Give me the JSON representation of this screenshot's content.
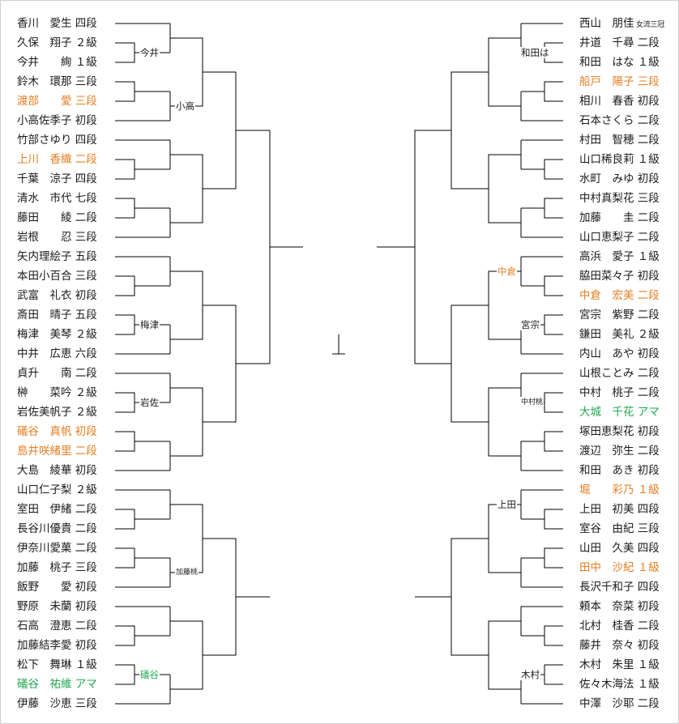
{
  "colors": {
    "black": "#1a1a1a",
    "orange": "#e67e22",
    "green": "#1fa84f",
    "line": "#000000"
  },
  "left_players": [
    {
      "name": "香川　愛生",
      "rank": "四段",
      "color": "black"
    },
    {
      "name": "久保　翔子",
      "rank": "２級",
      "color": "black"
    },
    {
      "name": "今井　　絢",
      "rank": "１級",
      "color": "black"
    },
    {
      "name": "鈴木　環那",
      "rank": "三段",
      "color": "black"
    },
    {
      "name": "渡部　　愛",
      "rank": "三段",
      "color": "orange"
    },
    {
      "name": "小高佐季子",
      "rank": "初段",
      "color": "black"
    },
    {
      "name": "竹部さゆり",
      "rank": "四段",
      "color": "black"
    },
    {
      "name": "上川　香織",
      "rank": "二段",
      "color": "orange"
    },
    {
      "name": "千葉　涼子",
      "rank": "四段",
      "color": "black"
    },
    {
      "name": "清水　市代",
      "rank": "七段",
      "color": "black"
    },
    {
      "name": "藤田　　綾",
      "rank": "二段",
      "color": "black"
    },
    {
      "name": "岩根　　忍",
      "rank": "三段",
      "color": "black"
    },
    {
      "name": "矢内理絵子",
      "rank": "五段",
      "color": "black"
    },
    {
      "name": "本田小百合",
      "rank": "三段",
      "color": "black"
    },
    {
      "name": "武富　礼衣",
      "rank": "初段",
      "color": "black"
    },
    {
      "name": "斎田　晴子",
      "rank": "五段",
      "color": "black"
    },
    {
      "name": "梅津　美琴",
      "rank": "２級",
      "color": "black"
    },
    {
      "name": "中井　広恵",
      "rank": "六段",
      "color": "black"
    },
    {
      "name": "貞升　　南",
      "rank": "二段",
      "color": "black"
    },
    {
      "name": "榊　　菜吟",
      "rank": "２級",
      "color": "black"
    },
    {
      "name": "岩佐美帆子",
      "rank": "２級",
      "color": "black"
    },
    {
      "name": "礒谷　真帆",
      "rank": "初段",
      "color": "orange"
    },
    {
      "name": "島井咲緒里",
      "rank": "二段",
      "color": "orange"
    },
    {
      "name": "大島　綾華",
      "rank": "初段",
      "color": "black"
    },
    {
      "name": "山口仁子梨",
      "rank": "２級",
      "color": "black"
    },
    {
      "name": "室田　伊緒",
      "rank": "二段",
      "color": "black"
    },
    {
      "name": "長谷川優貴",
      "rank": "二段",
      "color": "black"
    },
    {
      "name": "伊奈川愛菓",
      "rank": "二段",
      "color": "black"
    },
    {
      "name": "加藤　桃子",
      "rank": "三段",
      "color": "black"
    },
    {
      "name": "飯野　　愛",
      "rank": "初段",
      "color": "black"
    },
    {
      "name": "野原　未蘭",
      "rank": "初段",
      "color": "black"
    },
    {
      "name": "石高　澄恵",
      "rank": "二段",
      "color": "black"
    },
    {
      "name": "加藤結李愛",
      "rank": "初段",
      "color": "black"
    },
    {
      "name": "松下　舞琳",
      "rank": "１級",
      "color": "black"
    },
    {
      "name": "礒谷　祐維",
      "rank": "アマ",
      "color": "green"
    },
    {
      "name": "伊藤　沙恵",
      "rank": "三段",
      "color": "black"
    }
  ],
  "right_players": [
    {
      "name": "西山　朋佳",
      "rank": "女流三冠",
      "color": "black",
      "small": true
    },
    {
      "name": "井道　千尋",
      "rank": "二段",
      "color": "black"
    },
    {
      "name": "和田　はな",
      "rank": "１級",
      "color": "black"
    },
    {
      "name": "船戸　陽子",
      "rank": "三段",
      "color": "orange"
    },
    {
      "name": "相川　春香",
      "rank": "初段",
      "color": "black"
    },
    {
      "name": "石本さくら",
      "rank": "二段",
      "color": "black"
    },
    {
      "name": "村田　智穂",
      "rank": "二段",
      "color": "black"
    },
    {
      "name": "山口稀良莉",
      "rank": "１級",
      "color": "black"
    },
    {
      "name": "水町　みゆ",
      "rank": "初段",
      "color": "black"
    },
    {
      "name": "中村真梨花",
      "rank": "三段",
      "color": "black"
    },
    {
      "name": "加藤　　圭",
      "rank": "二段",
      "color": "black"
    },
    {
      "name": "山口恵梨子",
      "rank": "二段",
      "color": "black"
    },
    {
      "name": "高浜　愛子",
      "rank": "１級",
      "color": "black"
    },
    {
      "name": "脇田菜々子",
      "rank": "初段",
      "color": "black"
    },
    {
      "name": "中倉　宏美",
      "rank": "二段",
      "color": "orange"
    },
    {
      "name": "宮宗　紫野",
      "rank": "二段",
      "color": "black"
    },
    {
      "name": "鎌田　美礼",
      "rank": "２級",
      "color": "black"
    },
    {
      "name": "内山　あや",
      "rank": "初段",
      "color": "black"
    },
    {
      "name": "山根ことみ",
      "rank": "二段",
      "color": "black"
    },
    {
      "name": "中村　桃子",
      "rank": "二段",
      "color": "black"
    },
    {
      "name": "大城　千花",
      "rank": "アマ",
      "color": "green"
    },
    {
      "name": "塚田恵梨花",
      "rank": "初段",
      "color": "black"
    },
    {
      "name": "渡辺　弥生",
      "rank": "二段",
      "color": "black"
    },
    {
      "name": "和田　あき",
      "rank": "初段",
      "color": "black"
    },
    {
      "name": "堀　　彩乃",
      "rank": "１級",
      "color": "orange"
    },
    {
      "name": "上田　初美",
      "rank": "四段",
      "color": "black"
    },
    {
      "name": "室谷　由紀",
      "rank": "三段",
      "color": "black"
    },
    {
      "name": "山田　久美",
      "rank": "四段",
      "color": "black"
    },
    {
      "name": "田中　沙紀",
      "rank": "１級",
      "color": "orange"
    },
    {
      "name": "長沢千和子",
      "rank": "四段",
      "color": "black"
    },
    {
      "name": "頼本　奈菜",
      "rank": "初段",
      "color": "black"
    },
    {
      "name": "北村　桂香",
      "rank": "二段",
      "color": "black"
    },
    {
      "name": "藤井　奈々",
      "rank": "初段",
      "color": "black"
    },
    {
      "name": "木村　朱里",
      "rank": "１級",
      "color": "black"
    },
    {
      "name": "佐々木海法",
      "rank": "１級",
      "color": "black"
    },
    {
      "name": "中澤　沙耶",
      "rank": "二段",
      "color": "black"
    }
  ],
  "winners": [
    {
      "text": "今井",
      "color": "black"
    },
    {
      "text": "小高",
      "color": "black"
    },
    {
      "text": "梅津",
      "color": "black"
    },
    {
      "text": "岩佐",
      "color": "black"
    },
    {
      "text": "加藤桃",
      "color": "black",
      "small": true
    },
    {
      "text": "礒谷",
      "color": "green"
    },
    {
      "text": "和田は",
      "color": "black"
    },
    {
      "text": "中倉",
      "color": "orange"
    },
    {
      "text": "宮宗",
      "color": "black"
    },
    {
      "text": "中村桃",
      "color": "black",
      "small": true
    },
    {
      "text": "上田",
      "color": "black"
    },
    {
      "text": "木村",
      "color": "black"
    }
  ]
}
